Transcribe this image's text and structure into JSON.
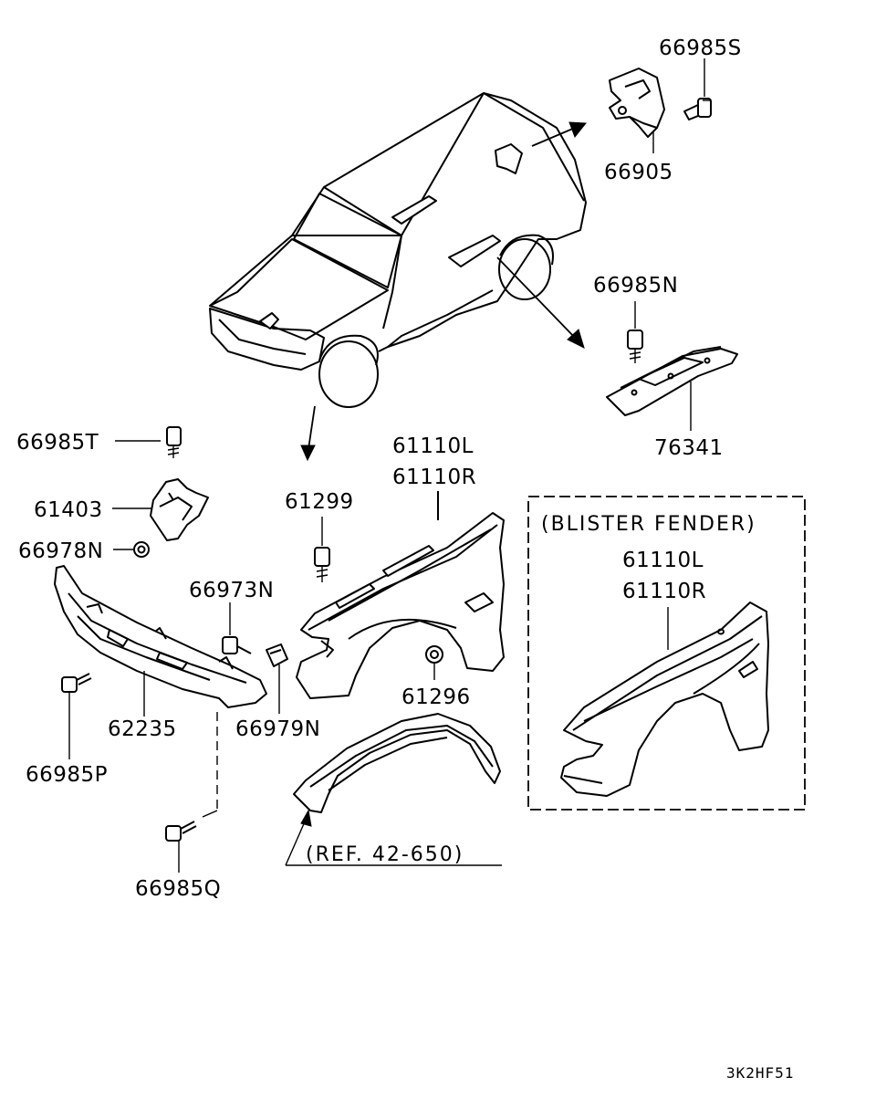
{
  "part_labels": {
    "p66985S": "66985S",
    "p66905": "66905",
    "p66985N": "66985N",
    "p76341": "76341",
    "p66985T": "66985T",
    "p61403": "61403",
    "p66978N": "66978N",
    "p61110L": "61110L",
    "p61110R": "61110R",
    "p61299": "61299",
    "p66973N": "66973N",
    "p61296": "61296",
    "p62235": "62235",
    "p66979N": "66979N",
    "p66985P": "66985P",
    "p66985Q": "66985Q"
  },
  "blister": {
    "title": "(BLISTER FENDER)",
    "p61110L": "61110L",
    "p61110R": "61110R"
  },
  "reference": "(REF. 42-650)",
  "diagram_code": "3K2HF51"
}
